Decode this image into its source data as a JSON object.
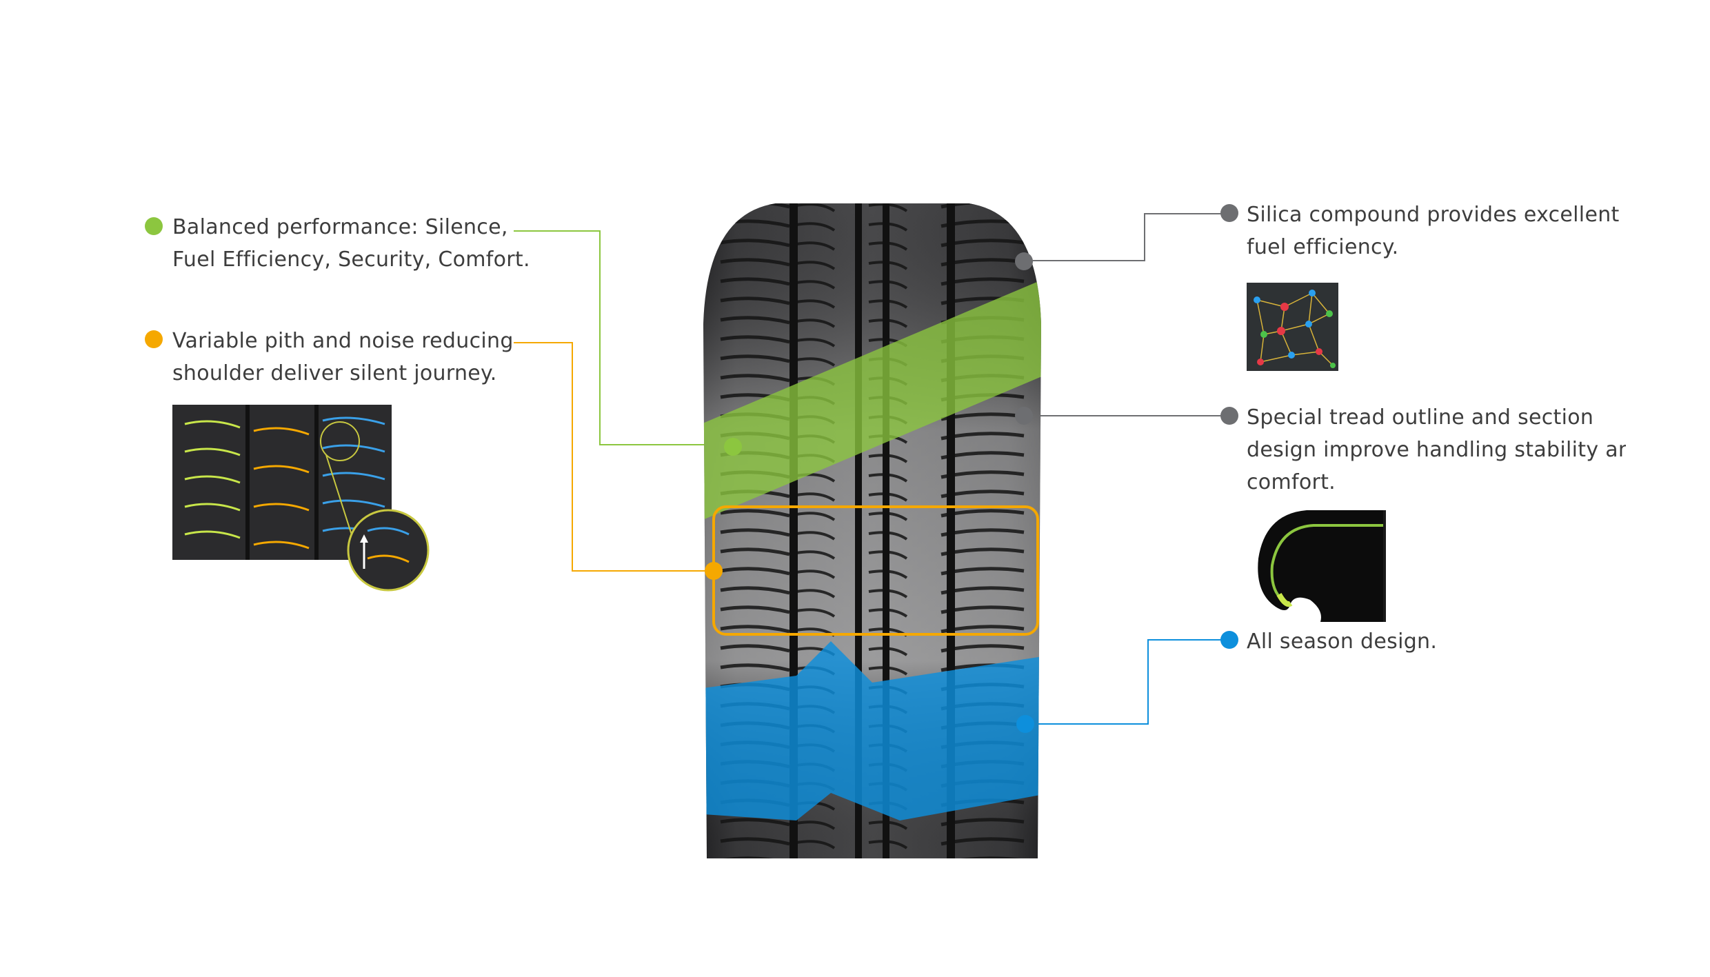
{
  "colors": {
    "green": "#8cc63f",
    "orange": "#f5a800",
    "grey": "#6d6e71",
    "blue": "#0d8fdc",
    "tread_dark": "#2e2e30",
    "tread_light": "#9a9a9c"
  },
  "features": [
    {
      "id": "balanced",
      "color": "green",
      "icon": "green-dot-icon",
      "lines": [
        "Balanced performance: Silence,",
        "Fuel Efficiency, Security, Comfort."
      ]
    },
    {
      "id": "variable-pitch",
      "color": "orange",
      "icon": "orange-dot-icon",
      "lines": [
        "Variable pith and noise reducing",
        "shoulder deliver silent journey."
      ]
    },
    {
      "id": "silica",
      "color": "grey",
      "icon": "grey-dot-icon",
      "lines": [
        "Silica compound provides excellent",
        "fuel efficiency."
      ]
    },
    {
      "id": "tread-outline",
      "color": "grey",
      "icon": "grey-dot-icon",
      "lines": [
        "Special tread outline and section",
        "design improve handling stability and",
        "comfort."
      ]
    },
    {
      "id": "all-season",
      "color": "blue",
      "icon": "blue-dot-icon",
      "lines": [
        "All season design."
      ]
    }
  ],
  "images": {
    "tire": "tire-tread-illustration",
    "pitch_closeup": "pitch-sequence-closeup-image",
    "silica_network": "silica-molecule-network-image",
    "section_profile": "tire-section-profile-image"
  }
}
